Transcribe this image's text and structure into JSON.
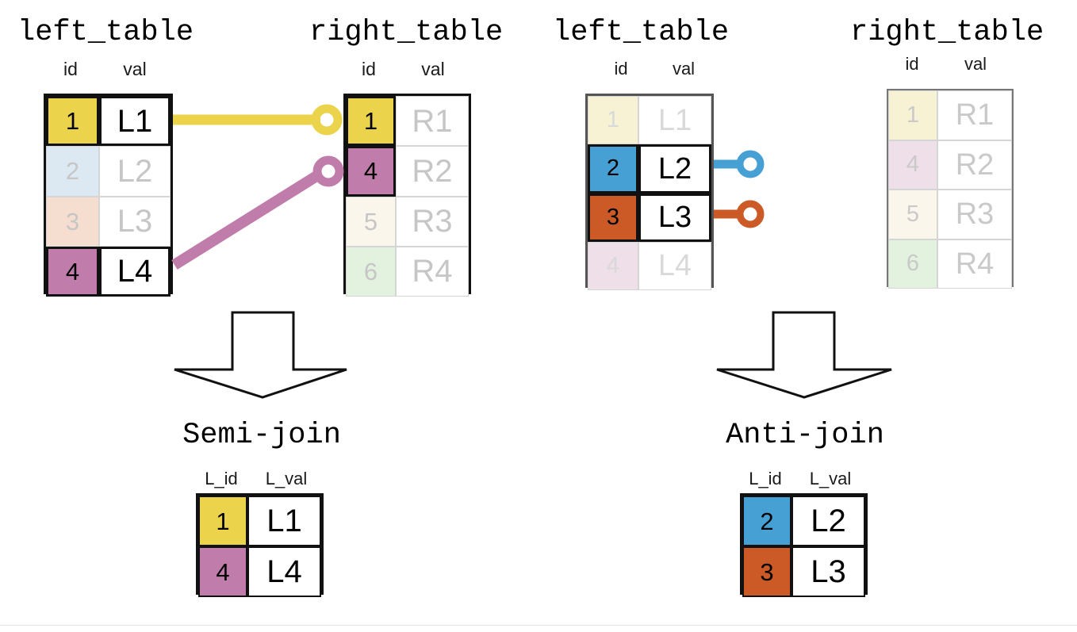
{
  "diagram": {
    "title_left_panel": "Semi-join",
    "title_right_panel": "Anti-join"
  },
  "colors": {
    "yellow": "#ebd44b",
    "mauve": "#c07cab",
    "blue": "#47a0d3",
    "orange": "#cb5a26",
    "yellow_faded": "#f6f2d3",
    "mauve_faded": "#eedfe8",
    "blue_faded": "#dce9f2",
    "orange_faded": "#f5ddcf",
    "ivory_faded": "#faf6ec",
    "green_faded": "#e3f2de",
    "text_strong": "#000000",
    "text_faint": "#c6c6c6",
    "border_strong": "#111111",
    "border_light": "#d5d5d5"
  },
  "semi_join": {
    "left_table": {
      "name": "left_table",
      "columns": [
        "id",
        "val"
      ],
      "rows": [
        {
          "id": "1",
          "val": "L1",
          "highlight": "yellow",
          "emphasis": "strong"
        },
        {
          "id": "2",
          "val": "L2",
          "highlight": "blue_faded",
          "emphasis": "faint"
        },
        {
          "id": "3",
          "val": "L3",
          "highlight": "orange_faded",
          "emphasis": "faint"
        },
        {
          "id": "4",
          "val": "L4",
          "highlight": "mauve",
          "emphasis": "strong"
        }
      ]
    },
    "right_table": {
      "name": "right_table",
      "columns": [
        "id",
        "val"
      ],
      "rows": [
        {
          "id": "1",
          "val": "R1",
          "highlight": "yellow",
          "emphasis": "strong",
          "val_emphasis": "faint"
        },
        {
          "id": "4",
          "val": "R2",
          "highlight": "mauve",
          "emphasis": "strong",
          "val_emphasis": "faint"
        },
        {
          "id": "5",
          "val": "R3",
          "highlight": "ivory_faded",
          "emphasis": "faint",
          "val_emphasis": "faint"
        },
        {
          "id": "6",
          "val": "R4",
          "highlight": "green_faded",
          "emphasis": "faint",
          "val_emphasis": "faint"
        }
      ]
    },
    "matches": [
      {
        "left_id": "1",
        "right_id": "1",
        "color": "#ebd44b"
      },
      {
        "left_id": "4",
        "right_id": "4",
        "color": "#c07cab"
      }
    ],
    "result": {
      "label": "Semi-join",
      "columns": [
        "L_id",
        "L_val"
      ],
      "rows": [
        {
          "id": "1",
          "val": "L1",
          "highlight": "yellow"
        },
        {
          "id": "4",
          "val": "L4",
          "highlight": "mauve"
        }
      ]
    }
  },
  "anti_join": {
    "left_table": {
      "name": "left_table",
      "columns": [
        "id",
        "val"
      ],
      "rows": [
        {
          "id": "1",
          "val": "L1",
          "highlight": "yellow_faded",
          "emphasis": "faint"
        },
        {
          "id": "2",
          "val": "L2",
          "highlight": "blue",
          "emphasis": "strong"
        },
        {
          "id": "3",
          "val": "L3",
          "highlight": "orange",
          "emphasis": "strong"
        },
        {
          "id": "4",
          "val": "L4",
          "highlight": "mauve_faded",
          "emphasis": "faint"
        }
      ]
    },
    "right_table": {
      "name": "right_table",
      "columns": [
        "id",
        "val"
      ],
      "rows": [
        {
          "id": "1",
          "val": "R1",
          "highlight": "yellow_faded",
          "emphasis": "faint"
        },
        {
          "id": "4",
          "val": "R2",
          "highlight": "mauve_faded",
          "emphasis": "faint"
        },
        {
          "id": "5",
          "val": "R3",
          "highlight": "ivory_faded",
          "emphasis": "faint"
        },
        {
          "id": "6",
          "val": "R4",
          "highlight": "green_faded",
          "emphasis": "faint"
        }
      ]
    },
    "unmatched": [
      {
        "left_id": "2",
        "color": "#47a0d3"
      },
      {
        "left_id": "3",
        "color": "#cb5a26"
      }
    ],
    "result": {
      "label": "Anti-join",
      "columns": [
        "L_id",
        "L_val"
      ],
      "rows": [
        {
          "id": "2",
          "val": "L2",
          "highlight": "blue"
        },
        {
          "id": "3",
          "val": "L3",
          "highlight": "orange"
        }
      ]
    }
  }
}
